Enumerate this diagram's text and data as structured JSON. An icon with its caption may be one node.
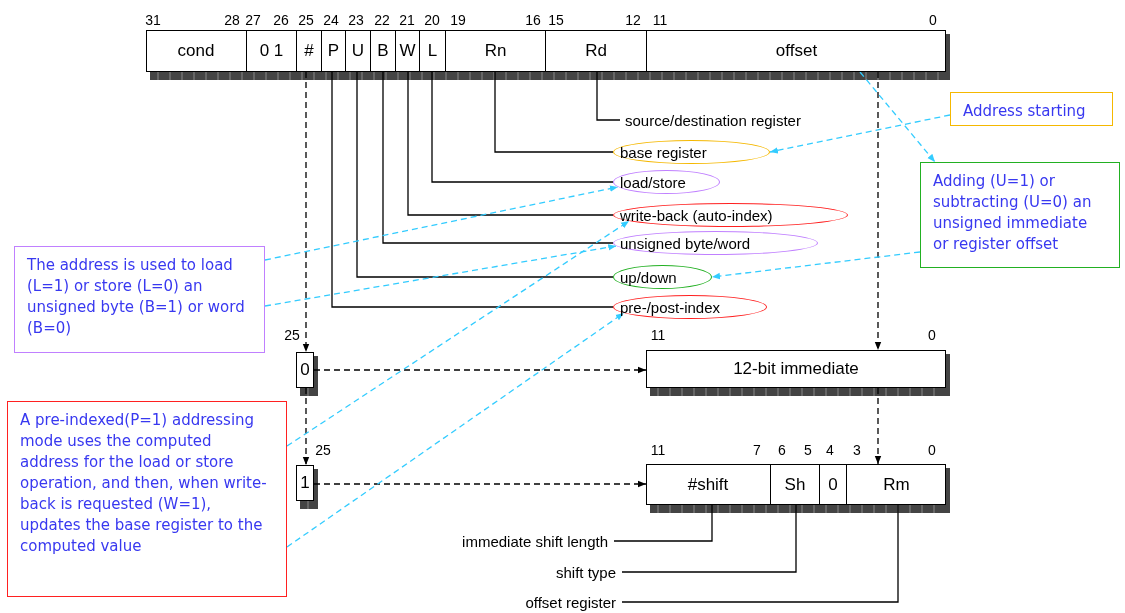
{
  "diagram": {
    "nodes": [
      {
        "text": [],
        "shape": "box"
      },
      {
        "text": [
          "cond"
        ],
        "in": 0
      },
      {
        "text": [
          "0 1"
        ],
        "in": 0
      },
      {
        "text": [
          "#"
        ],
        "in": 0
      },
      {
        "text": [
          "P"
        ],
        "in": 0
      },
      {
        "text": [
          "U"
        ],
        "in": 0
      },
      {
        "text": [
          "B"
        ],
        "in": 0
      },
      {
        "text": [
          "W"
        ],
        "in": 0
      },
      {
        "text": [
          "L"
        ],
        "in": 0
      },
      {
        "text": [
          "Rn"
        ],
        "in": 0
      },
      {
        "text": [
          "Rd"
        ],
        "in": 0
      },
      {
        "text": [
          "offset"
        ],
        "in": 0
      },
      {
        "text": [
          "Address starting"
        ]
      },
      {
        "text": [
          "source/destination register"
        ]
      },
      {
        "text": [
          "base register"
        ]
      },
      {
        "text": [
          "Adding (U=1) or subtracting (U=0) an unsigned immediate or register offset"
        ]
      },
      {
        "text": [
          "load/store"
        ]
      },
      {
        "text": [
          "write-back (auto-index)"
        ]
      },
      {
        "text": [
          "unsigned byte/word"
        ]
      },
      {
        "text": [
          "The address is used to load (L=1) or store (L=0) an unsigned byte (B=1) or word (B=0)"
        ]
      },
      {
        "text": [
          "up/down"
        ]
      },
      {
        "text": [
          "pre-/post-index"
        ]
      },
      {
        "text": [
          "0"
        ]
      },
      {
        "text": [
          "12-bit immediate"
        ]
      },
      {
        "text": [
          "A pre-indexed(P=1) addressing mode uses the computed address for the load or store operation, and then, when write-back is requested (W=1), updates the base register to the computed value"
        ]
      },
      {
        "text": [
          "1"
        ]
      },
      {
        "text": [],
        "shape": "box"
      },
      {
        "text": [
          "#shift"
        ],
        "in": 26
      },
      {
        "text": [
          "Sh"
        ],
        "in": 26
      },
      {
        "text": [
          "0"
        ],
        "in": 26
      },
      {
        "text": [
          "Rm"
        ],
        "in": 26
      },
      {
        "text": [
          "immediate shift length"
        ]
      },
      {
        "text": [
          "shift type"
        ]
      },
      {
        "text": [
          "offset register"
        ]
      }
    ],
    "edges": [
      {
        "from": 10,
        "to": 13,
        "arrow": "none"
      },
      {
        "from": 9,
        "to": 14,
        "arrow": "none"
      },
      {
        "from": 8,
        "to": 16,
        "arrow": "none"
      },
      {
        "from": 7,
        "to": 17,
        "arrow": "none"
      },
      {
        "from": 6,
        "to": 18,
        "arrow": "none"
      },
      {
        "from": 5,
        "to": 20,
        "arrow": "none"
      },
      {
        "from": 4,
        "to": 21,
        "arrow": "none"
      },
      {
        "from": 3,
        "to": 22,
        "arrow": "to",
        "style": "dashed"
      },
      {
        "from": 22,
        "to": 25,
        "arrow": "to",
        "style": "dashed"
      },
      {
        "from": 22,
        "to": 23,
        "arrow": "to",
        "style": "dashed"
      },
      {
        "from": 25,
        "to": 26,
        "arrow": "to",
        "style": "dashed"
      },
      {
        "from": 11,
        "to": 23,
        "arrow": "to",
        "style": "dashed"
      },
      {
        "from": 23,
        "to": 26,
        "arrow": "to",
        "style": "dashed"
      },
      {
        "from": 12,
        "to": 14,
        "arrow": "to",
        "style": "dashed",
        "color": "#33ccff"
      },
      {
        "from": 11,
        "to": 15,
        "arrow": "to",
        "style": "dashed",
        "color": "#33ccff"
      },
      {
        "from": 15,
        "to": 20,
        "arrow": "to",
        "style": "dashed",
        "color": "#33ccff"
      },
      {
        "from": 19,
        "to": 16,
        "arrow": "to",
        "style": "dashed",
        "color": "#33ccff"
      },
      {
        "from": 19,
        "to": 18,
        "arrow": "to",
        "style": "dashed",
        "color": "#33ccff"
      },
      {
        "from": 24,
        "to": 17,
        "arrow": "to",
        "style": "dashed",
        "color": "#33ccff"
      },
      {
        "from": 24,
        "to": 21,
        "arrow": "to",
        "style": "dashed",
        "color": "#33ccff"
      },
      {
        "from": 27,
        "to": 31,
        "arrow": "none"
      },
      {
        "from": 28,
        "to": 32,
        "arrow": "none"
      },
      {
        "from": 30,
        "to": 33,
        "arrow": "none"
      }
    ],
    "labels": [
      "31",
      "28",
      "27",
      "26",
      "25",
      "24",
      "23",
      "22",
      "21",
      "20",
      "19",
      "16",
      "15",
      "12",
      "11",
      "0",
      "25",
      "11",
      "0",
      "25",
      "11",
      "7",
      "6",
      "5",
      "4",
      "3",
      "0"
    ]
  }
}
